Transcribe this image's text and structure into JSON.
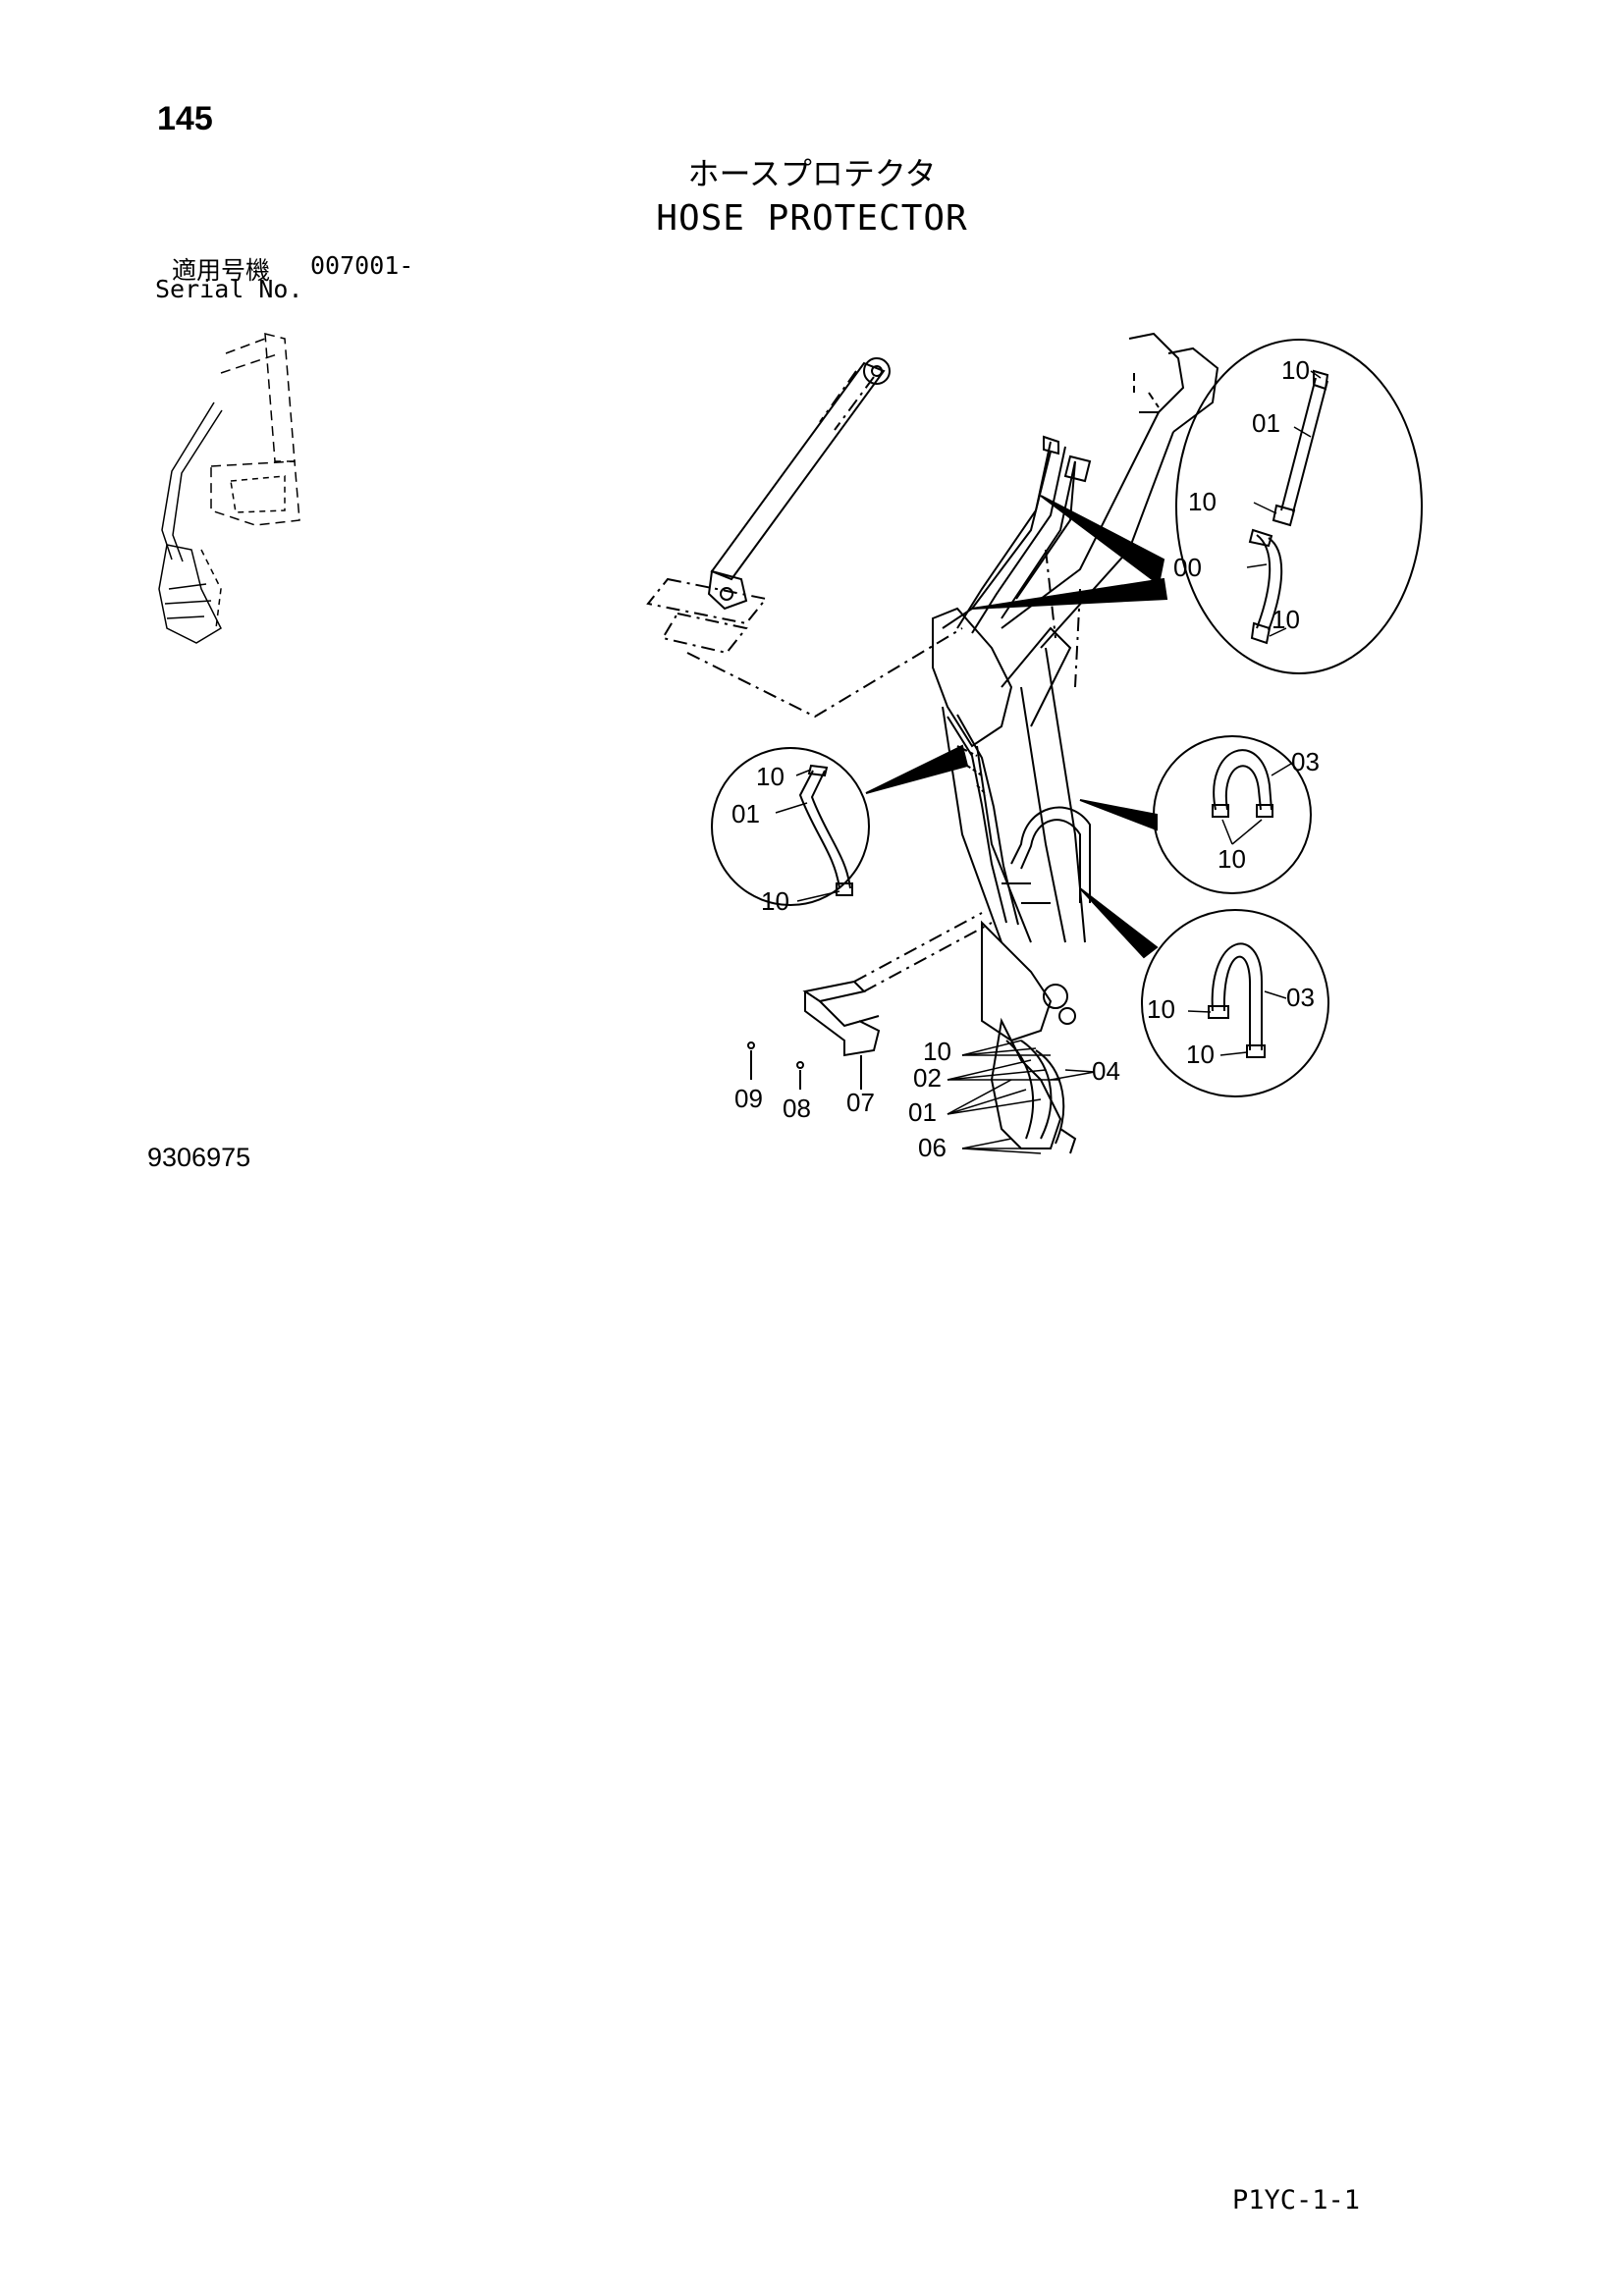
{
  "header": {
    "page_number": "145",
    "title_jp": "ホースプロテクタ",
    "title_en": "HOSE PROTECTOR",
    "serial_label_jp": "適用号機",
    "serial_range": "007001-",
    "serial_label_en": "Serial No."
  },
  "footer": {
    "drawing_number": "9306975",
    "page_code": "P1YC-1-1"
  },
  "callouts": {
    "detail_top_right": [
      "10",
      "01",
      "10",
      "00",
      "10"
    ],
    "detail_left": [
      "10",
      "01",
      "10"
    ],
    "detail_mid_right": [
      "03",
      "10"
    ],
    "detail_bottom_right": [
      "10",
      "03",
      "10"
    ],
    "main_parts": [
      "10",
      "02",
      "01",
      "06",
      "04",
      "09",
      "08",
      "07"
    ]
  }
}
